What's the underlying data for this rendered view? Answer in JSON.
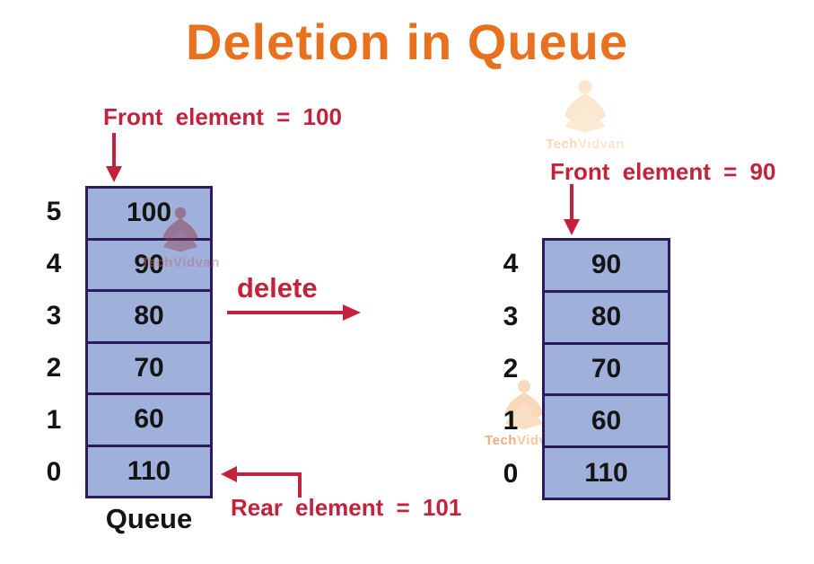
{
  "title": "Deletion in Queue",
  "watermark": {
    "part1": "Tech",
    "part2": "Vidvan"
  },
  "colors": {
    "title_orange": "#E8711F",
    "annotation_red": "#C2223C",
    "cell_fill": "#9FB0DA",
    "cell_border": "#2B1A5E",
    "value_text": "#141414"
  },
  "left_queue": {
    "front_label": "Front element = 100",
    "rear_label": "Rear element = 101",
    "caption": "Queue",
    "rows": [
      {
        "index": "5",
        "value": "100"
      },
      {
        "index": "4",
        "value": "90"
      },
      {
        "index": "3",
        "value": "80"
      },
      {
        "index": "2",
        "value": "70"
      },
      {
        "index": "1",
        "value": "60"
      },
      {
        "index": "0",
        "value": "110"
      }
    ]
  },
  "action": {
    "label": "delete"
  },
  "right_queue": {
    "front_label": "Front element = 90",
    "rows": [
      {
        "index": "4",
        "value": "90"
      },
      {
        "index": "3",
        "value": "80"
      },
      {
        "index": "2",
        "value": "70"
      },
      {
        "index": "1",
        "value": "60"
      },
      {
        "index": "0",
        "value": "110"
      }
    ]
  }
}
